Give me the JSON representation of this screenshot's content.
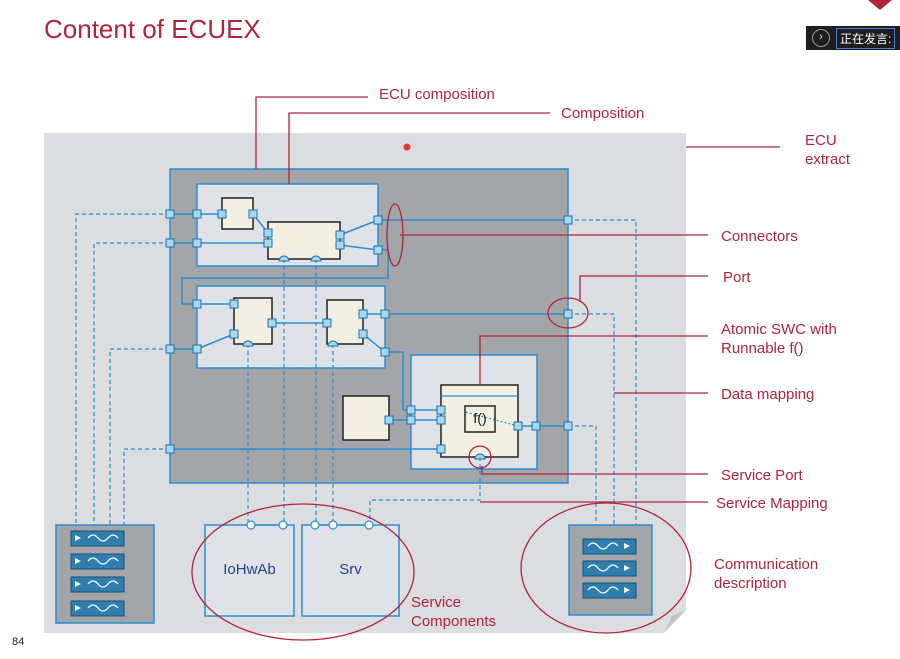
{
  "header": {
    "title": "Content of ECUEX",
    "page_number": "84"
  },
  "overlay": {
    "speaking_label": "正在发言:",
    "chevron": "›"
  },
  "annotations": {
    "ecu_composition": "ECU composition",
    "composition": "Composition",
    "ecu_extract_line1": "ECU",
    "ecu_extract_line2": "extract",
    "connectors": "Connectors",
    "port": "Port",
    "atomic_swc_line1": "Atomic SWC with",
    "atomic_swc_line2": "Runnable f()",
    "data_mapping": "Data mapping",
    "service_port": "Service Port",
    "service_mapping": "Service Mapping",
    "communication_line1": "Communication",
    "communication_line2": "description",
    "service_components_line1": "Service",
    "service_components_line2": "Components"
  },
  "components": {
    "iohwab": "IoHwAb",
    "srv": "Srv",
    "function": "f()"
  },
  "colors": {
    "accent": "#b0243c",
    "line": "#2a8fcf",
    "box_label": "#2a3f8f"
  }
}
